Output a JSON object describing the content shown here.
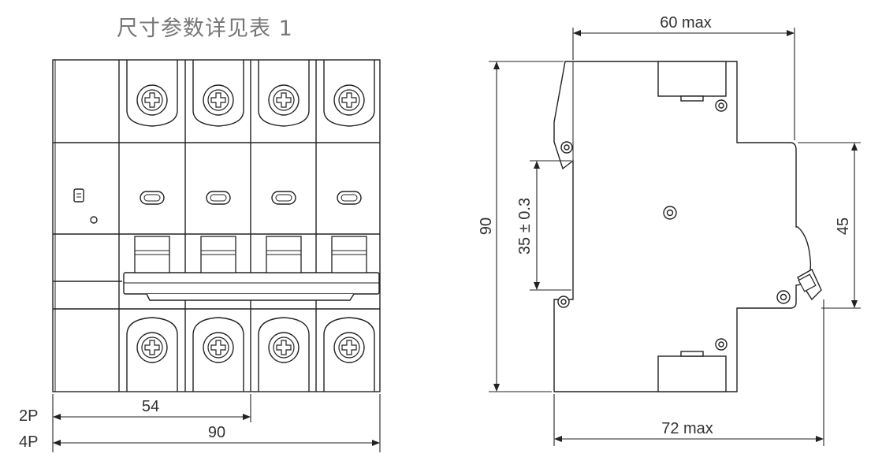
{
  "title": "尺寸参数详见表 1",
  "front_view": {
    "dim_2p": {
      "label": "2P",
      "value": "54"
    },
    "dim_4p": {
      "label": "4P",
      "value": "90"
    }
  },
  "side_view": {
    "top_width": "60 max",
    "bottom_width": "72 max",
    "height": "90",
    "rail": "35 ± 0.3",
    "body_depth": "45"
  }
}
